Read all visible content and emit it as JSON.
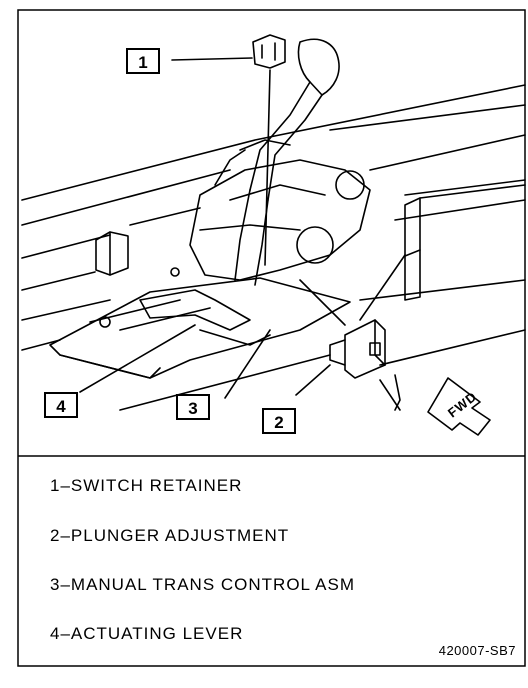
{
  "callouts": [
    {
      "num": "1"
    },
    {
      "num": "2"
    },
    {
      "num": "3"
    },
    {
      "num": "4"
    }
  ],
  "direction_label": "FWD",
  "legend": [
    {
      "text": "1–SWITCH RETAINER"
    },
    {
      "text": "2–PLUNGER ADJUSTMENT"
    },
    {
      "text": "3–MANUAL TRANS CONTROL ASM"
    },
    {
      "text": "4–ACTUATING LEVER"
    }
  ],
  "figure_code": "420007-SB7"
}
